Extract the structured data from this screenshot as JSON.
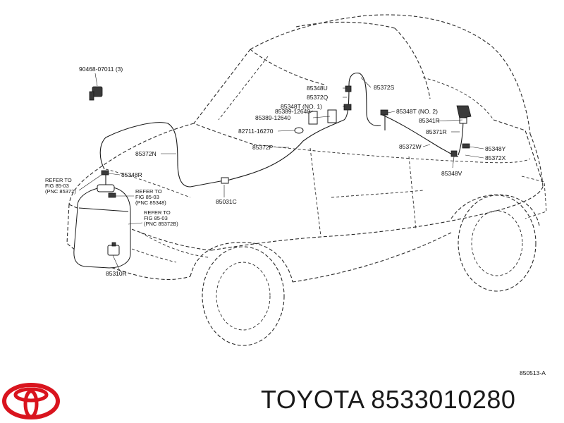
{
  "brand": {
    "text": "TOYOTA 8533010280",
    "logo_color": "#d9141e"
  },
  "drawing_code": "850513-A",
  "part_labels": [
    "90468-07011 (3)",
    "85348U",
    "85372Q",
    "85348T (NO. 1)",
    "85389-12640",
    "85389-12640",
    "82711-16270",
    "85372P",
    "85372S",
    "85348T (NO. 2)",
    "85341R",
    "85371R",
    "85372W",
    "85348Y",
    "85372X",
    "85348V",
    "85372N",
    "85348R",
    "85031C",
    "85310R"
  ],
  "references": [
    [
      "REFER TO",
      "FIG 85-03",
      "(PNC 85372)"
    ],
    [
      "REFER TO",
      "FIG 85-03",
      "(PNC 85348)"
    ],
    [
      "REFER TO",
      "FIG 85-03",
      "(PNC 85372B)"
    ]
  ]
}
